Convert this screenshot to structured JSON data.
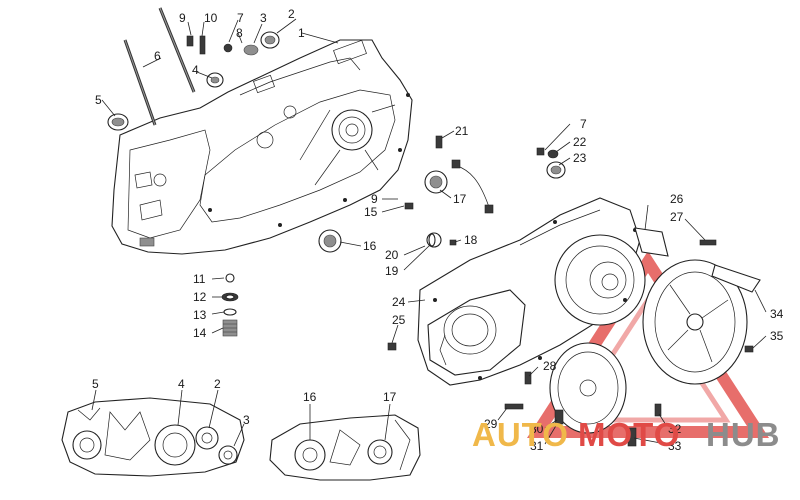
{
  "callouts": {
    "n1": "1",
    "n2": "2",
    "n3": "3",
    "n4": "4",
    "n5": "5",
    "n6": "6",
    "n7a": "7",
    "n7b": "7",
    "n8": "8",
    "n9a": "9",
    "n9b": "9",
    "n10": "10",
    "n11": "11",
    "n12": "12",
    "n13": "13",
    "n14": "14",
    "n15": "15",
    "n16": "16",
    "n17": "17",
    "n18": "18",
    "n19": "19",
    "n20": "20",
    "n21": "21",
    "n22": "22",
    "n23": "23",
    "n24": "24",
    "n25": "25",
    "n26": "26",
    "n27": "27",
    "n28": "28",
    "n29": "29",
    "n30": "30",
    "n31": "31",
    "n32": "32",
    "n33": "33",
    "n34": "34",
    "n35": "35"
  },
  "inset_left": {
    "n5": "5",
    "n4": "4",
    "n2": "2",
    "n3": "3"
  },
  "inset_right": {
    "n16": "16",
    "n17": "17"
  },
  "watermark": {
    "part_auto": "AUTO",
    "part_moto": "MOTO",
    "part_hub": "HUB",
    "color_auto": "#f0b84a",
    "color_moto": "#e04a46",
    "color_hub": "#8c8c8c"
  }
}
